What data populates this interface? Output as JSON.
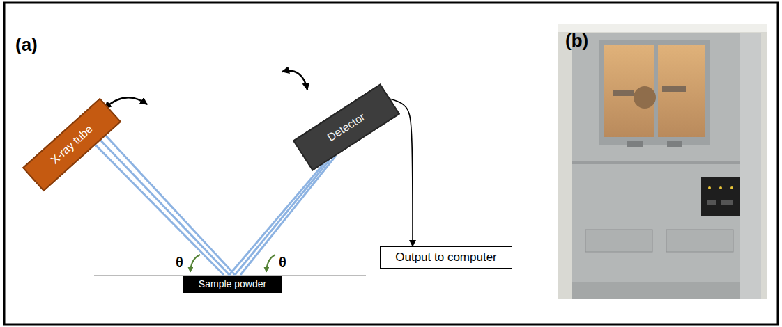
{
  "diagram": {
    "nodes": [
      {
        "text": [
          "X-ray tube"
        ]
      },
      {
        "text": [
          "Detector"
        ]
      },
      {
        "text": [
          "Sample powder"
        ]
      },
      {
        "text": [
          "Output to computer"
        ]
      }
    ],
    "edges": [
      {
        "from": 0,
        "to": 2,
        "arrow": "none"
      },
      {
        "from": 2,
        "to": 1,
        "arrow": "none"
      },
      {
        "from": 1,
        "to": 3,
        "arrow": "to"
      }
    ],
    "labels": [
      "(a)",
      "(b)",
      "θ",
      "θ"
    ]
  }
}
